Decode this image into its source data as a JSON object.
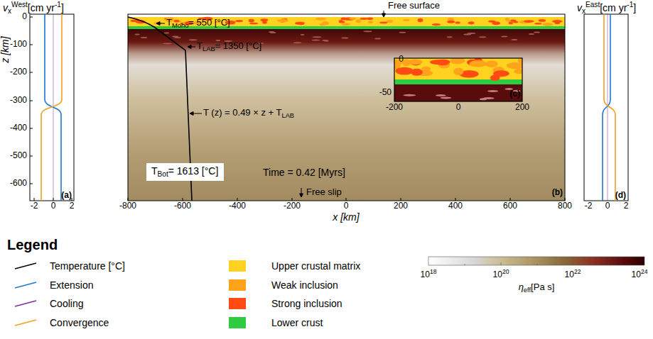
{
  "diagram": {
    "nodes": [
      {
        "text": [
          "T",
          "Bot",
          "= 1613 [°C]"
        ]
      }
    ],
    "labels": [
      "v",
      "x",
      "West",
      "[cm yr",
      "-1",
      "]",
      "v",
      "x",
      "East",
      "[cm yr",
      "-1",
      "]",
      "Free surface",
      "T",
      "Moho",
      "= 550 [°C]",
      "T",
      "LAB",
      "= 1350 [°C]",
      "T (z) = 0.49 × z + T",
      "LAB",
      "Time = 0.42 [Myrs]",
      "Free slip",
      "(a)",
      "(b)",
      "(c)",
      "(d)",
      "z [km]",
      "0",
      "-100",
      "-200",
      "-300",
      "-400",
      "-500",
      "-600",
      "-800",
      "-600",
      "-400",
      "-200",
      "0",
      "200",
      "400",
      "600",
      "800",
      "x [km]",
      "-2",
      "0",
      "2",
      "-2",
      "0",
      "2",
      "0",
      "-50",
      "-200",
      "0",
      "200",
      "Legend",
      "10",
      "18",
      "10",
      "20",
      "10",
      "22",
      "10",
      "24",
      "η",
      "eff",
      "[Pa s]"
    ],
    "legend": [
      {
        "text": "Temperature [°C]"
      },
      {
        "text": "Extension"
      },
      {
        "text": "Cooling"
      },
      {
        "text": "Convergence"
      },
      {
        "text": "Upper crustal matrix",
        "color": "#ffd21f"
      },
      {
        "text": "Weak inclusion",
        "color": "#ffa31a"
      },
      {
        "text": "Strong inclusion",
        "color": "#ff4a12"
      },
      {
        "text": "Lower crust",
        "color": "#2ecc40"
      }
    ]
  }
}
